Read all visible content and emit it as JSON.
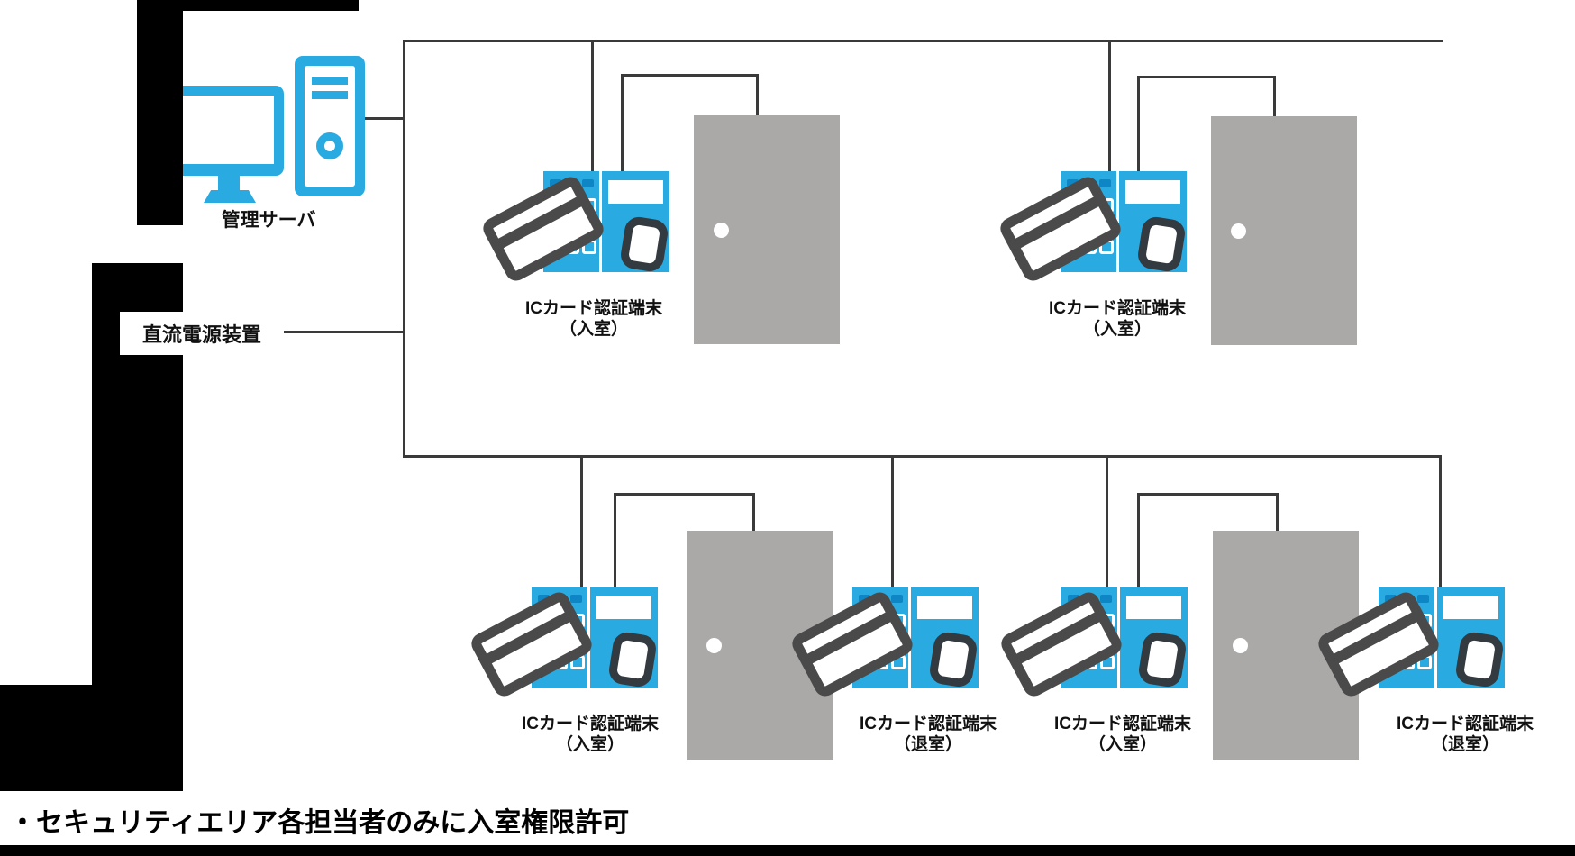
{
  "colors": {
    "terminal_blue": "#29abe2",
    "keypad_dash_blue": "#0e85c4",
    "door_gray": "#aba8a8",
    "card_dark": "#4a4a4a",
    "hand_dark": "#333a40",
    "line_dark": "#3a3a3a",
    "mask_black": "#000000"
  },
  "server": {
    "label": "管理サーバ"
  },
  "power_supply": {
    "label": "直流電源装置"
  },
  "terminals": [
    {
      "name": "ICカード認証端末",
      "mode": "（入室）"
    },
    {
      "name": "ICカード認証端末",
      "mode": "（入室）"
    },
    {
      "name": "ICカード認証端末",
      "mode": "（入室）"
    },
    {
      "name": "ICカード認証端末",
      "mode": "（退室）"
    },
    {
      "name": "ICカード認証端末",
      "mode": "（入室）"
    },
    {
      "name": "ICカード認証端末",
      "mode": "（退室）"
    }
  ],
  "note": {
    "text": "・セキュリティエリア各担当者のみに入室権限許可"
  }
}
